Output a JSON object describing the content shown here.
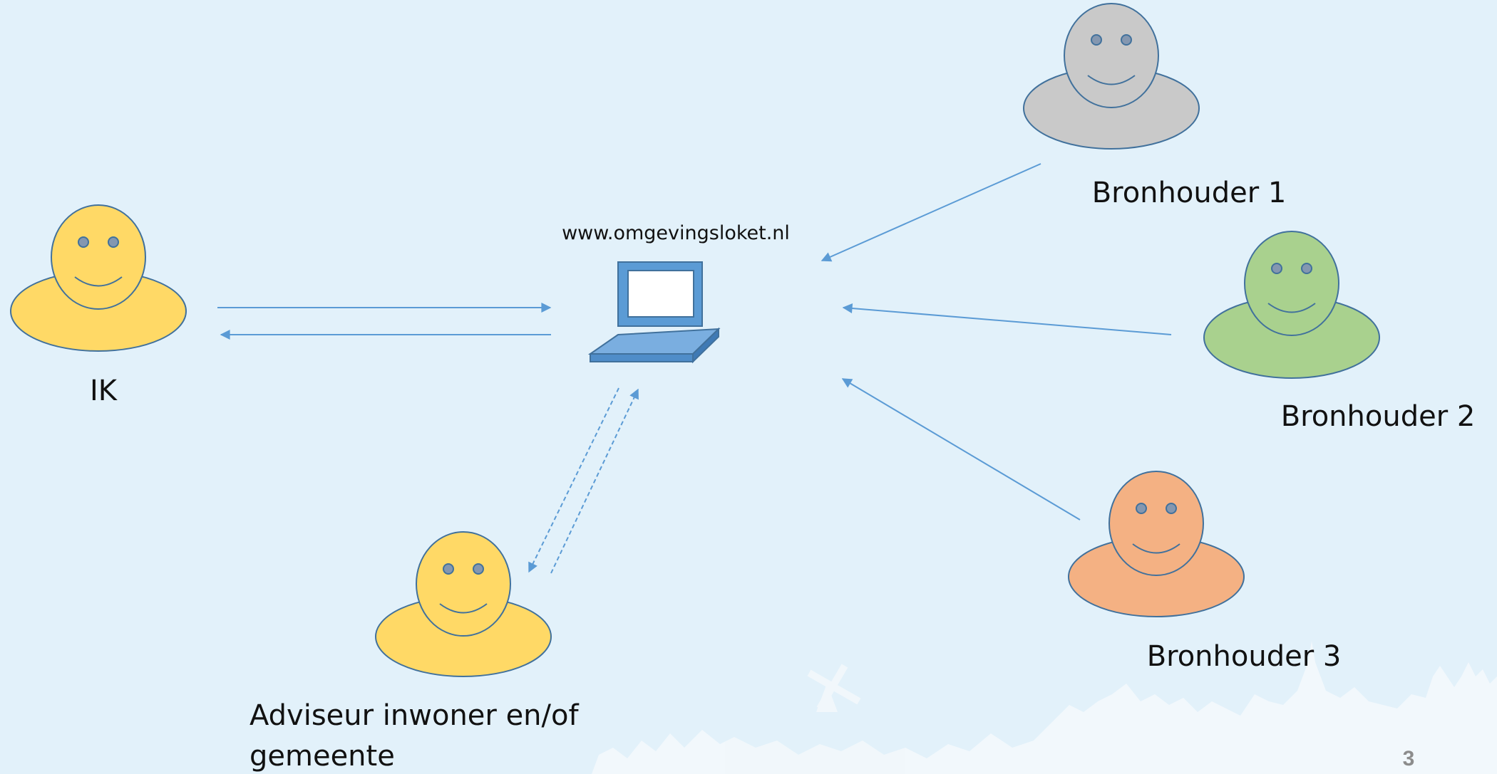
{
  "slide": {
    "page_number": "3",
    "background": "#e2f1fa"
  },
  "website": {
    "url": "www.omgevingsloket.nl",
    "icon": "laptop-icon",
    "color": "#5b9bd5"
  },
  "persons": [
    {
      "id": "ik",
      "label": "IK",
      "color": "#ffd966",
      "icon": "smiley-person-icon"
    },
    {
      "id": "adviseur",
      "label_line1": "Adviseur inwoner en/of",
      "label_line2": "gemeente",
      "color": "#ffd966",
      "icon": "smiley-person-icon"
    },
    {
      "id": "bronhouder-1",
      "label": "Bronhouder 1",
      "color": "#c9c9c9",
      "icon": "smiley-person-icon"
    },
    {
      "id": "bronhouder-2",
      "label": "Bronhouder 2",
      "color": "#a9d18e",
      "icon": "smiley-person-icon"
    },
    {
      "id": "bronhouder-3",
      "label": "Bronhouder 3",
      "color": "#f4b183",
      "icon": "smiley-person-icon"
    }
  ],
  "connections": [
    {
      "from": "IK",
      "to": "www.omgevingsloket.nl",
      "style": "solid"
    },
    {
      "from": "www.omgevingsloket.nl",
      "to": "IK",
      "style": "solid"
    },
    {
      "from": "www.omgevingsloket.nl",
      "to": "Adviseur inwoner en/of gemeente",
      "style": "dashed"
    },
    {
      "from": "Adviseur inwoner en/of gemeente",
      "to": "www.omgevingsloket.nl",
      "style": "dashed"
    },
    {
      "from": "Bronhouder 1",
      "to": "www.omgevingsloket.nl",
      "style": "solid"
    },
    {
      "from": "Bronhouder 2",
      "to": "www.omgevingsloket.nl",
      "style": "solid"
    },
    {
      "from": "Bronhouder 3",
      "to": "www.omgevingsloket.nl",
      "style": "solid"
    }
  ],
  "colors": {
    "outline": "#41719c",
    "arrow": "#5b9bd5",
    "eye": "#8497b0",
    "decoration": "#f2f8fc"
  }
}
